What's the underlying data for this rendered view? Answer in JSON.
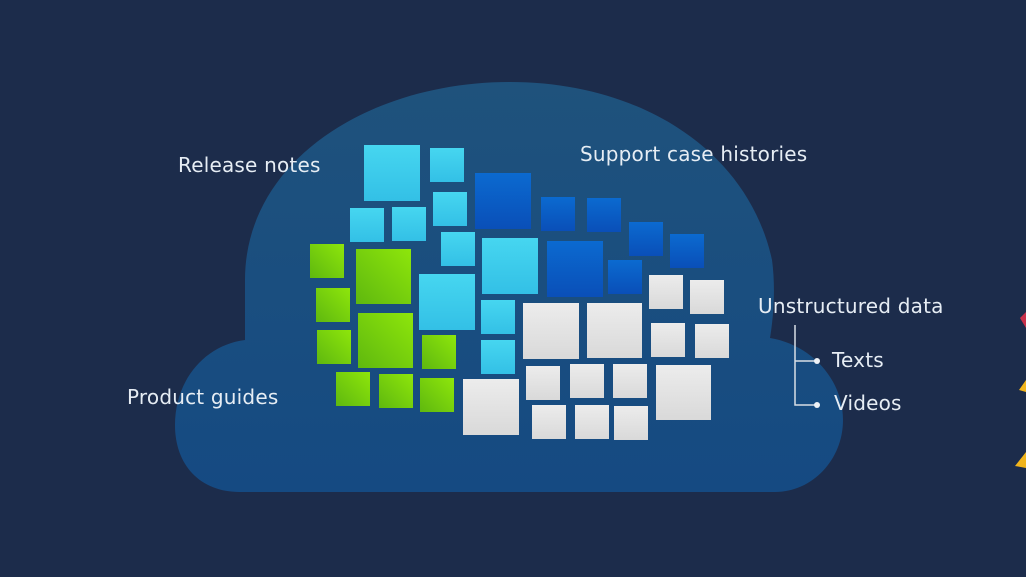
{
  "labels": {
    "release_notes": "Release notes",
    "product_guides": "Product guides",
    "support_case_histories": "Support case histories",
    "unstructured_data": "Unstructured data",
    "texts": "Texts",
    "videos": "Videos"
  },
  "colors": {
    "background": "#1c2c4b",
    "cloud": "#1d4f7c",
    "release_notes_tiles": "#3fd0ee",
    "support_case_tiles": "#0a5fc8",
    "product_guides_tiles": "#7fd80e",
    "unstructured_tiles": "#e6e6e6"
  }
}
